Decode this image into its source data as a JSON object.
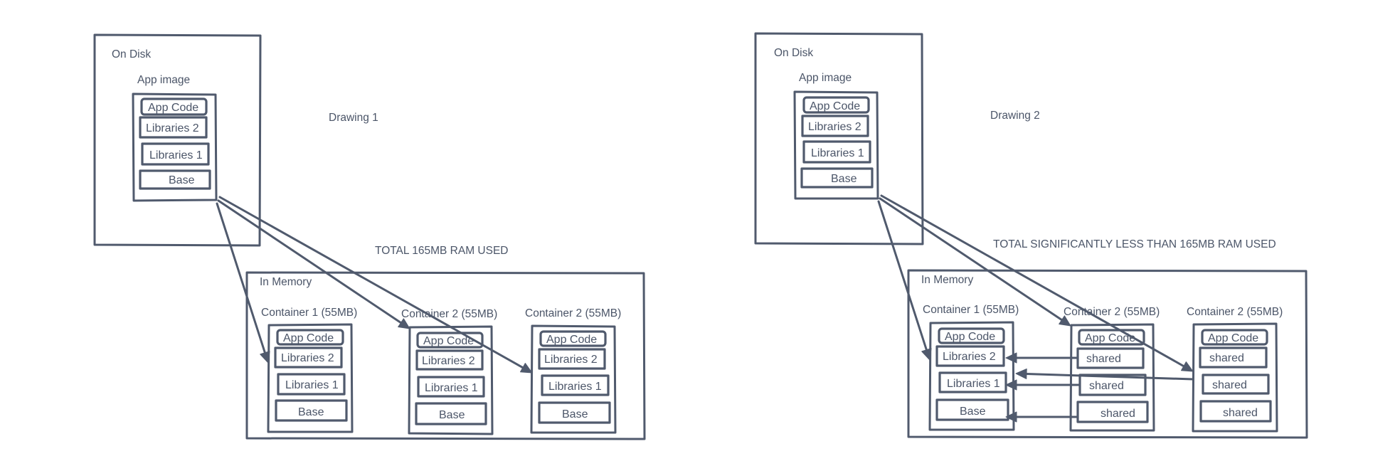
{
  "diagrams": [
    {
      "caption": "Drawing 1",
      "total_label": "TOTAL 165MB RAM USED",
      "on_disk": {
        "label": "On Disk",
        "image_label": "App image",
        "layers": [
          "App Code",
          "Libraries 2",
          "Libraries 1",
          "Base"
        ]
      },
      "in_memory": {
        "label": "In Memory",
        "containers": [
          {
            "label": "Container 1 (55MB)",
            "layers": [
              "App Code",
              "Libraries 2",
              "Libraries 1",
              "Base"
            ]
          },
          {
            "label": "Container 2 (55MB)",
            "layers": [
              "App Code",
              "Libraries 2",
              "Libraries 1",
              "Base"
            ]
          },
          {
            "label": "Container 2 (55MB)",
            "layers": [
              "App Code",
              "Libraries 2",
              "Libraries 1",
              "Base"
            ]
          }
        ]
      },
      "arrows": [
        {
          "from": "app-image",
          "to": "container-1"
        },
        {
          "from": "app-image",
          "to": "container-2"
        },
        {
          "from": "app-image",
          "to": "container-3"
        }
      ]
    },
    {
      "caption": "Drawing 2",
      "total_label": "TOTAL SIGNIFICANTLY LESS THAN 165MB RAM USED",
      "on_disk": {
        "label": "On Disk",
        "image_label": "App image",
        "layers": [
          "App Code",
          "Libraries 2",
          "Libraries 1",
          "Base"
        ]
      },
      "in_memory": {
        "label": "In Memory",
        "containers": [
          {
            "label": "Container 1 (55MB)",
            "layers": [
              "App Code",
              "Libraries 2",
              "Libraries 1",
              "Base"
            ]
          },
          {
            "label": "Container 2 (55MB)",
            "layers": [
              "App Code",
              "shared",
              "shared",
              "shared"
            ]
          },
          {
            "label": "Container 2 (55MB)",
            "layers": [
              "App Code",
              "shared",
              "shared",
              "shared"
            ]
          }
        ]
      },
      "arrows": [
        {
          "from": "app-image",
          "to": "container-1"
        },
        {
          "from": "app-image",
          "to": "container-2"
        },
        {
          "from": "app-image",
          "to": "container-3"
        },
        {
          "from": "container-2.shared",
          "to": "container-1.Libraries 2"
        },
        {
          "from": "container-3.shared",
          "to": "container-1.Libraries 2"
        },
        {
          "from": "container-2.shared",
          "to": "container-1.Libraries 1"
        },
        {
          "from": "container-2.shared",
          "to": "container-1.Base"
        }
      ]
    }
  ]
}
